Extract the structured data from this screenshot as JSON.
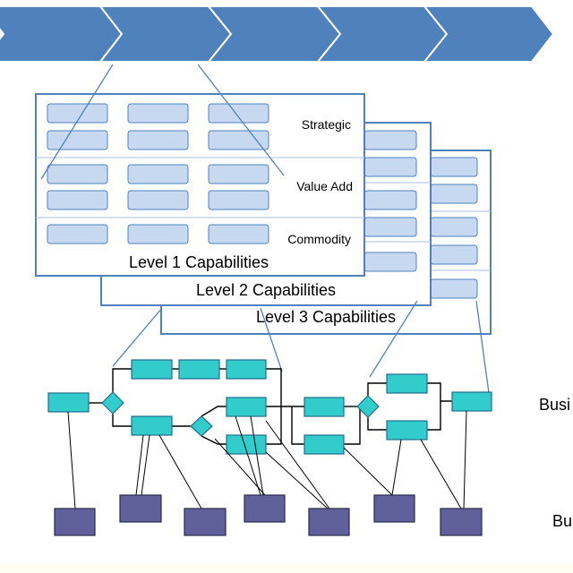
{
  "capability_layers": {
    "level3": {
      "label": "Level 3 Capabilities"
    },
    "level2": {
      "label": "Level 2 Capabilities"
    },
    "level1": {
      "label": "Level 1 Capabilities",
      "tiers": [
        {
          "label": "Strategic"
        },
        {
          "label": "Value Add"
        },
        {
          "label": "Commodity"
        }
      ]
    }
  },
  "side_labels": {
    "process_row": "Busi",
    "system_row": "Bu"
  },
  "colors": {
    "chevron": "#4f81bd",
    "capability_box": "#c6d9f1",
    "process_box": "#33cccc",
    "system_box": "#60609a",
    "line": "#4f81bd",
    "flow": "#000000"
  }
}
